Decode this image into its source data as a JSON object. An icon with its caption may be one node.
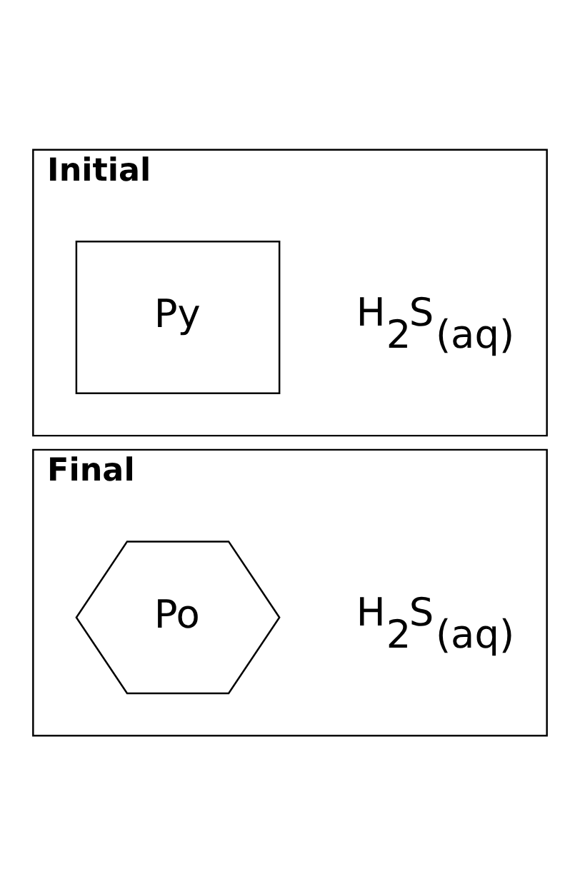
{
  "diagram": {
    "nodes": [
      {
        "text": [
          "Initial"
        ]
      },
      {
        "text": [
          "Py"
        ],
        "in": 0
      },
      {
        "text": [
          "Final"
        ]
      },
      {
        "text": [
          "Po"
        ],
        "in": 2
      }
    ],
    "edges": [],
    "labels": [
      "H$_{2}$S$_{(aq)}$",
      "H$_{2}$S$_{(aq)}$"
    ]
  }
}
